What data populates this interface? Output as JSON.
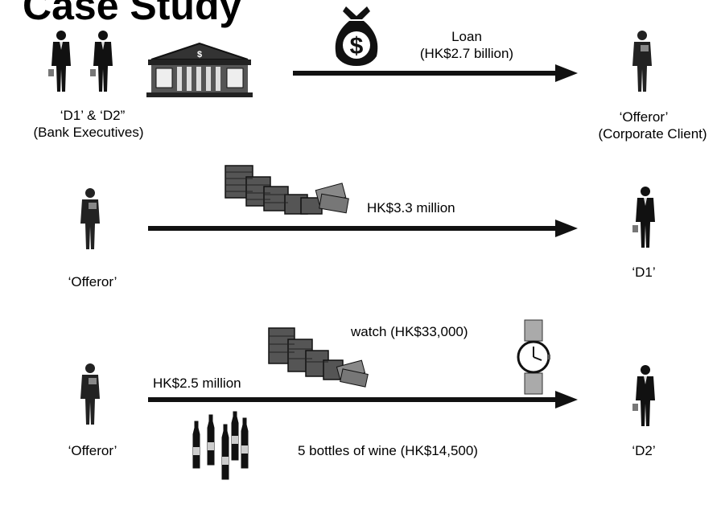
{
  "title": "Case Study",
  "row1": {
    "left_label_1": "‘D1’ & ‘D2”",
    "left_label_2": "(Bank Executives)",
    "flow_label_1": "Loan",
    "flow_label_2": "(HK$2.7 billion)",
    "right_label_1": "‘Offeror’",
    "right_label_2": "(Corporate Client)",
    "moneybag_symbol": "$"
  },
  "row2": {
    "left_label": "‘Offeror’",
    "flow_label": "HK$3.3 million",
    "right_label": "‘D1’"
  },
  "row3": {
    "left_label": "‘Offeror’",
    "cash_label": "HK$2.5 million",
    "watch_label": "watch (HK$33,000)",
    "wine_label": "5 bottles of wine (HK$14,500)",
    "right_label": "‘D2’"
  },
  "icons": [
    "businessman-icon",
    "bank-building-icon",
    "money-bag-icon",
    "cash-stack-icon",
    "wristwatch-icon",
    "wine-bottle-icon",
    "arrow-right-icon"
  ]
}
